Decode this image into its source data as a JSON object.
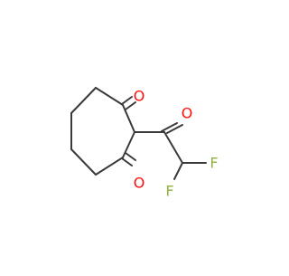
{
  "molecule": {
    "atoms": {
      "o_top": "O",
      "o_bottom": "O",
      "o_acyl": "O",
      "f_right": "F",
      "f_lower": "F"
    },
    "colors": {
      "bond": "#3a3a3a",
      "oxygen": "#ff0d0d",
      "fluorine": "#8fb040",
      "background": "#ffffff"
    }
  }
}
